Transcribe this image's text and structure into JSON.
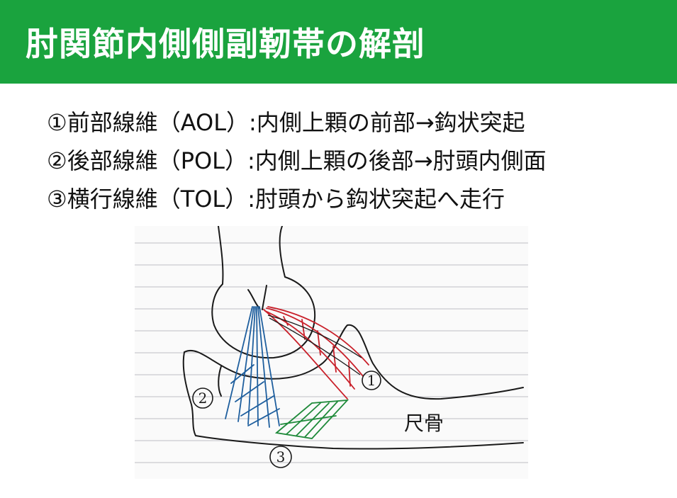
{
  "slide": {
    "title": "肘関節内側側副靭帯の解剖",
    "bullets": [
      "①前部線維（AOL）:内側上顆の前部→鈎状突起",
      "②後部線維（POL）:内側上顆の後部→肘頭内側面",
      "③横行線維（TOL）:肘頭から鈎状突起へ走行"
    ]
  },
  "figure": {
    "labels": {
      "aol": "1",
      "pol": "2",
      "tol": "3",
      "ulna": "尺骨"
    },
    "colors": {
      "aol": "#c9202a",
      "pol": "#1f5f9e",
      "tol": "#1f8a3a",
      "outline": "#1a1a1a",
      "rule": "#c9c9cf",
      "title_bar": "#1aa33e"
    }
  }
}
